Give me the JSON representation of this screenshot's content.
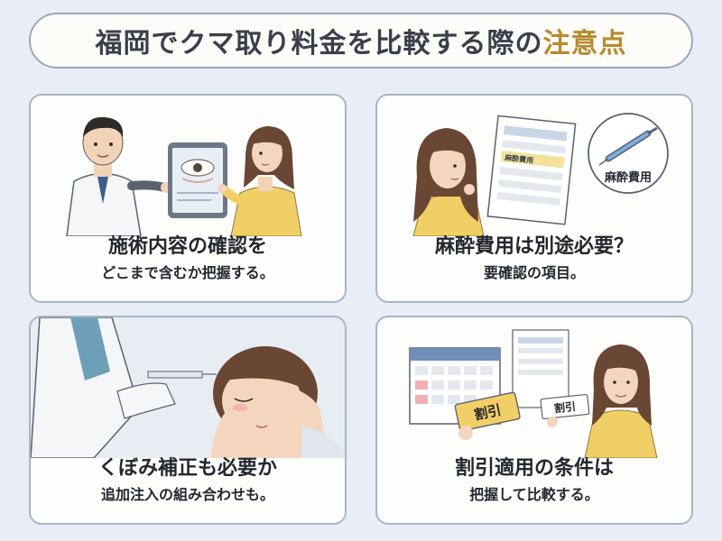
{
  "header": {
    "title_main": "福岡でクマ取り料金を比較する際の",
    "title_accent": "注意点"
  },
  "cards": [
    {
      "title": "施術内容の確認を",
      "subtitle": "どこまで含むか把握する。"
    },
    {
      "title": "麻酔費用は別途必要？",
      "subtitle": "要確認の項目。",
      "doc_label": "麻酔費用",
      "bubble_label": "麻酔費用"
    },
    {
      "title": "くぼみ補正も必要か",
      "subtitle": "追加注入の組み合わせも。"
    },
    {
      "title": "割引適用の条件は",
      "subtitle": "把握して比較する。",
      "ticket1": "割引",
      "ticket2": "割引"
    }
  ],
  "colors": {
    "background": "#e9eef6",
    "accent": "#b88a2e",
    "border": "#a9b4c6"
  }
}
